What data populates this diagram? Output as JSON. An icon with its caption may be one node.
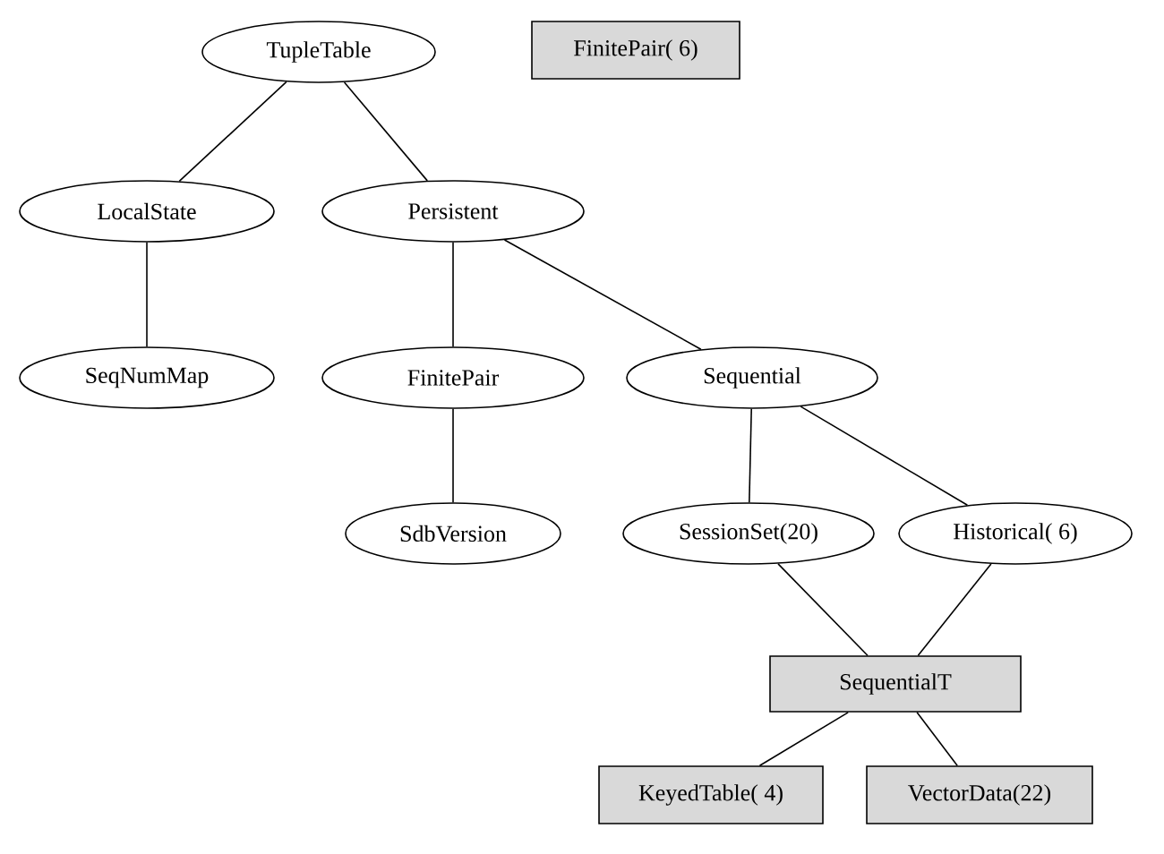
{
  "diagram": {
    "nodes": [
      {
        "text": [
          "TupleTable"
        ]
      },
      {
        "text": [
          "FinitePair( 6)"
        ]
      },
      {
        "text": [
          "LocalState"
        ]
      },
      {
        "text": [
          "Persistent"
        ]
      },
      {
        "text": [
          "SeqNumMap"
        ]
      },
      {
        "text": [
          "FinitePair"
        ]
      },
      {
        "text": [
          "Sequential"
        ]
      },
      {
        "text": [
          "SdbVersion"
        ]
      },
      {
        "text": [
          "SessionSet(20)"
        ]
      },
      {
        "text": [
          "Historical( 6)"
        ]
      },
      {
        "text": [
          "SequentialT"
        ]
      },
      {
        "text": [
          "KeyedTable( 4)"
        ]
      },
      {
        "text": [
          "VectorData(22)"
        ]
      }
    ],
    "edges": [
      {
        "from": 0,
        "to": 2,
        "arrow": "none"
      },
      {
        "from": 0,
        "to": 3,
        "arrow": "none"
      },
      {
        "from": 2,
        "to": 4,
        "arrow": "none"
      },
      {
        "from": 3,
        "to": 5,
        "arrow": "none"
      },
      {
        "from": 3,
        "to": 6,
        "arrow": "none"
      },
      {
        "from": 5,
        "to": 7,
        "arrow": "none"
      },
      {
        "from": 6,
        "to": 8,
        "arrow": "none"
      },
      {
        "from": 6,
        "to": 9,
        "arrow": "none"
      },
      {
        "from": 8,
        "to": 10,
        "arrow": "none"
      },
      {
        "from": 9,
        "to": 10,
        "arrow": "none"
      },
      {
        "from": 10,
        "to": 11,
        "arrow": "none"
      },
      {
        "from": 10,
        "to": 12,
        "arrow": "none"
      }
    ]
  }
}
